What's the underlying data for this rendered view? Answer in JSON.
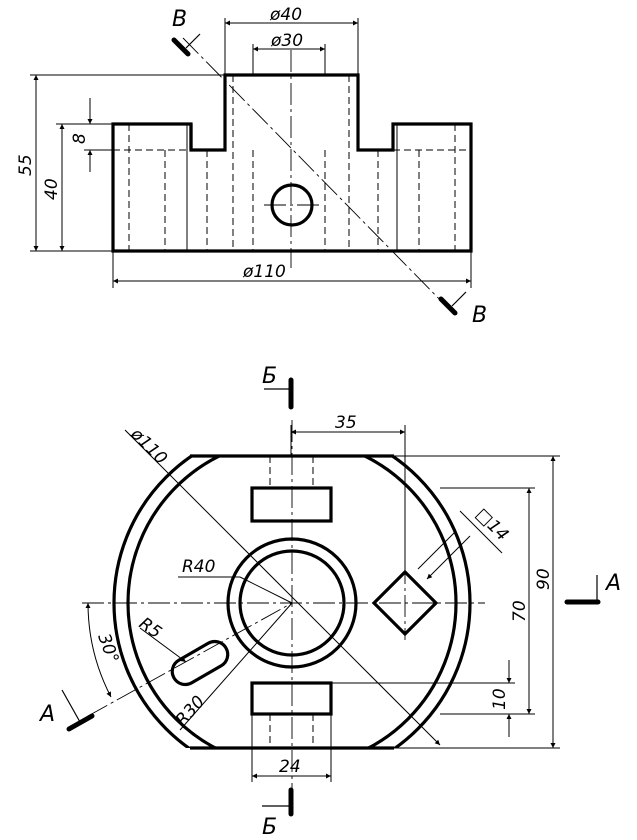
{
  "dimensions": {
    "dia40": "ø40",
    "dia30": "ø30",
    "h55": "55",
    "h40": "40",
    "h8": "8",
    "dia110_front": "ø110",
    "dia110_top": "ø110",
    "d35": "35",
    "d90": "90",
    "d70": "70",
    "d10": "10",
    "d24": "24",
    "r40": "R40",
    "r5": "R5",
    "r30": "R30",
    "ang30": "30°",
    "sq14": "□14"
  },
  "section_labels": {
    "v_top": "B",
    "v_bottom": "B",
    "b_top": "Б",
    "b_bottom": "Б",
    "a_right": "A",
    "a_left": "A"
  },
  "colors": {
    "line": "#000000",
    "background": "#ffffff"
  }
}
